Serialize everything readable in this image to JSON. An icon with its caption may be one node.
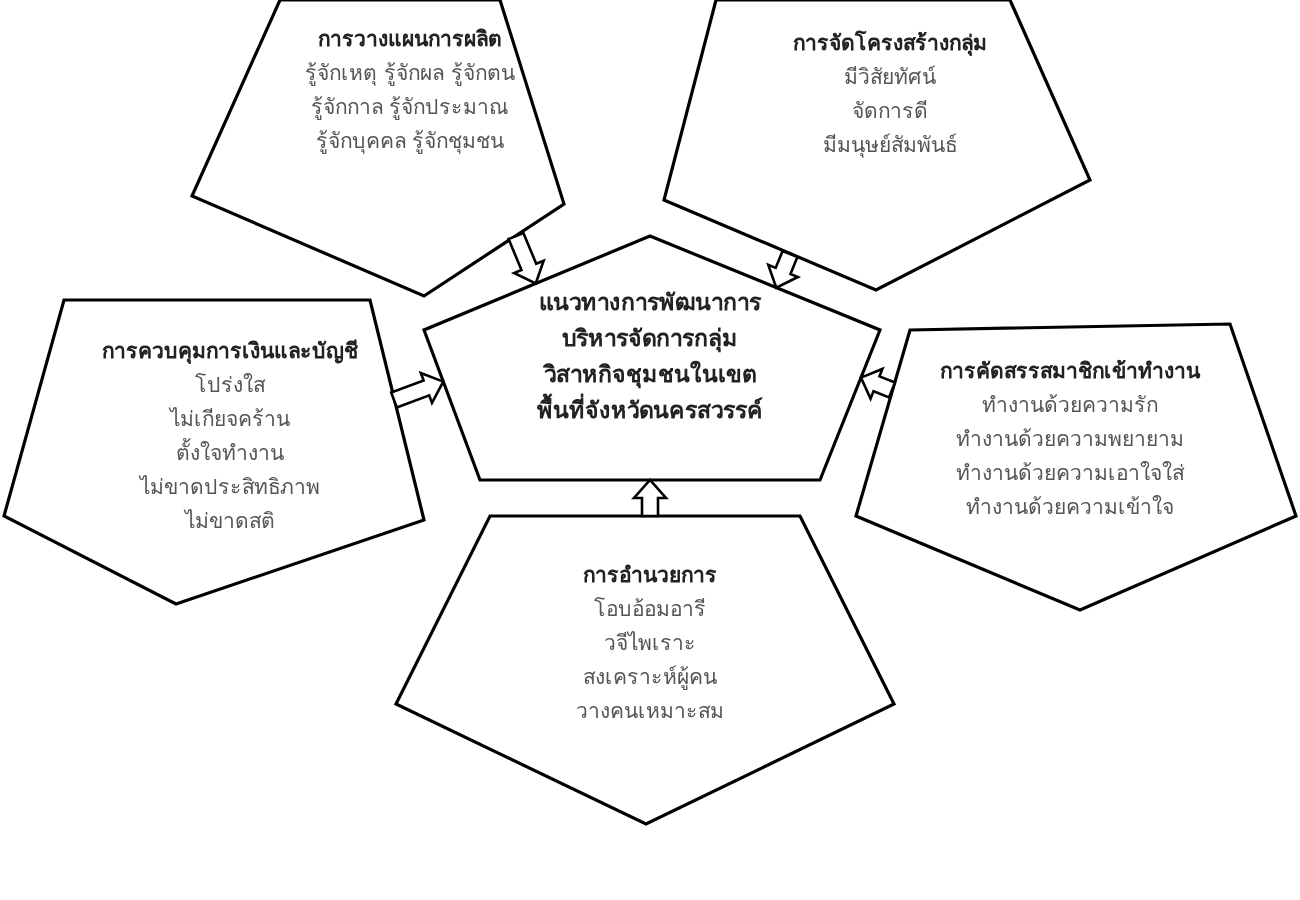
{
  "diagram": {
    "nodes": [
      {
        "text": [
          "แนวทางการพัฒนาการบริหารจัดการกลุ่มวิสาหกิจชุมชนในเขตพื้นที่จังหวัดนครสวรรค์"
        ]
      },
      {
        "text": [
          "การวางแผนการผลิต",
          "รู้จักเหตุ รู้จักผล  รู้จักตน",
          "รู้จักกาล รู้จักประมาณ",
          "รู้จักบุคคล รู้จักชุมชน"
        ]
      },
      {
        "text": [
          "การจัดโครงสร้างกลุ่ม",
          "มีวิสัยทัศน์",
          "จัดการดี",
          "มีมนุษย์สัมพันธ์"
        ]
      },
      {
        "text": [
          "การควบคุมการเงินและบัญชี",
          "โปร่งใส",
          "ไม่เกียจคร้าน",
          "ตั้งใจทำงาน",
          "ไม่ขาดประสิทธิภาพ",
          "ไม่ขาดสติ"
        ]
      },
      {
        "text": [
          "การคัดสรรสมาชิกเข้าทำงาน",
          "ทำงานด้วยความรัก",
          "ทำงานด้วยความพยายาม",
          "ทำงานด้วยความเอาใจใส่",
          "ทำงานด้วยความเข้าใจ"
        ]
      },
      {
        "text": [
          "การอำนวยการ",
          "โอบอ้อมอารี",
          "วจีไพเราะ",
          "สงเคราะห์ผู้คน",
          "วางคนเหมาะสม"
        ]
      }
    ],
    "edges": [
      {
        "from": 1,
        "to": 0,
        "arrow": "to"
      },
      {
        "from": 2,
        "to": 0,
        "arrow": "to"
      },
      {
        "from": 3,
        "to": 0,
        "arrow": "to"
      },
      {
        "from": 4,
        "to": 0,
        "arrow": "to"
      },
      {
        "from": 5,
        "to": 0,
        "arrow": "to"
      }
    ]
  }
}
